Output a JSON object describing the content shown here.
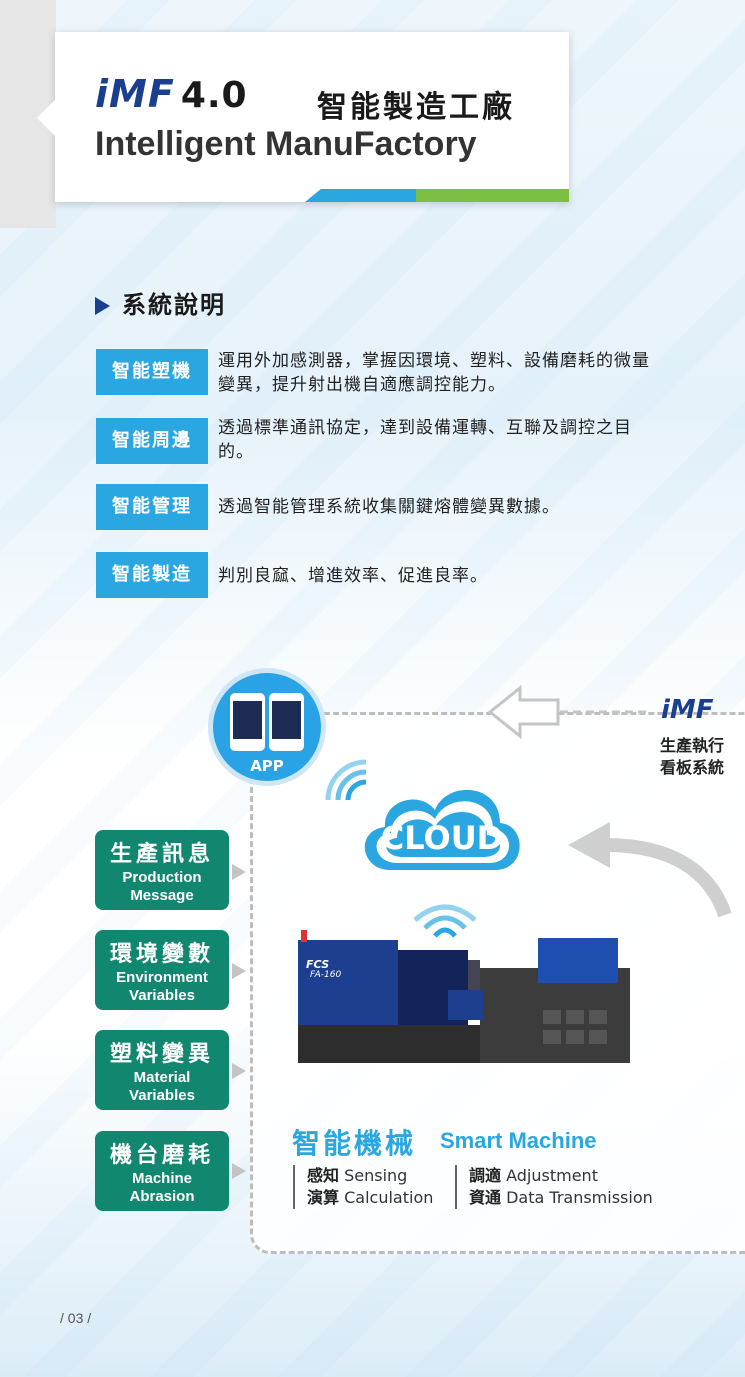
{
  "header": {
    "brand": "iMF",
    "version": "4.0",
    "title_zh": "智能製造工廠",
    "title_en": "Intelligent ManuFactory"
  },
  "section": {
    "title": "系統說明"
  },
  "features": [
    {
      "badge": "智能塑機",
      "desc": "運用外加感測器，掌握因環境、塑料、設備磨耗的微量變異，提升射出機自適應調控能力。"
    },
    {
      "badge": "智能周邊",
      "desc": "透過標準通訊協定，達到設備運轉、互聯及調控之目的。"
    },
    {
      "badge": "智能管理",
      "desc": "透過智能管理系統收集關鍵熔體變異數據。"
    },
    {
      "badge": "智能製造",
      "desc": "判別良窳、增進效率、促進良率。"
    }
  ],
  "diagram": {
    "app_label": "APP",
    "imf_logo": "iMF",
    "imf_desc_1": "生產執行",
    "imf_desc_2": "看板系統",
    "cloud_label": "CLOUD",
    "machine_brand": "FCS",
    "machine_model": "FA-160",
    "inputs": [
      {
        "zh": "生產訊息",
        "en1": "Production",
        "en2": "Message"
      },
      {
        "zh": "環境變數",
        "en1": "Environment",
        "en2": "Variables"
      },
      {
        "zh": "塑料變異",
        "en1": "Material",
        "en2": "Variables"
      },
      {
        "zh": "機台磨耗",
        "en1": "Machine",
        "en2": "Abrasion"
      }
    ],
    "smart_machine_zh": "智能機械",
    "smart_machine_en": "Smart Machine",
    "capabilities_left": [
      {
        "zh": "感知",
        "en": "Sensing"
      },
      {
        "zh": "演算",
        "en": "Calculation"
      }
    ],
    "capabilities_right": [
      {
        "zh": "調適",
        "en": "Adjustment"
      },
      {
        "zh": "資通",
        "en": "Data Transmission"
      }
    ]
  },
  "page_number": "/ 03 /",
  "colors": {
    "brand_blue": "#1b3f8f",
    "accent_blue": "#2aa7e0",
    "accent_green": "#7bc043",
    "card_green": "#12876f"
  }
}
